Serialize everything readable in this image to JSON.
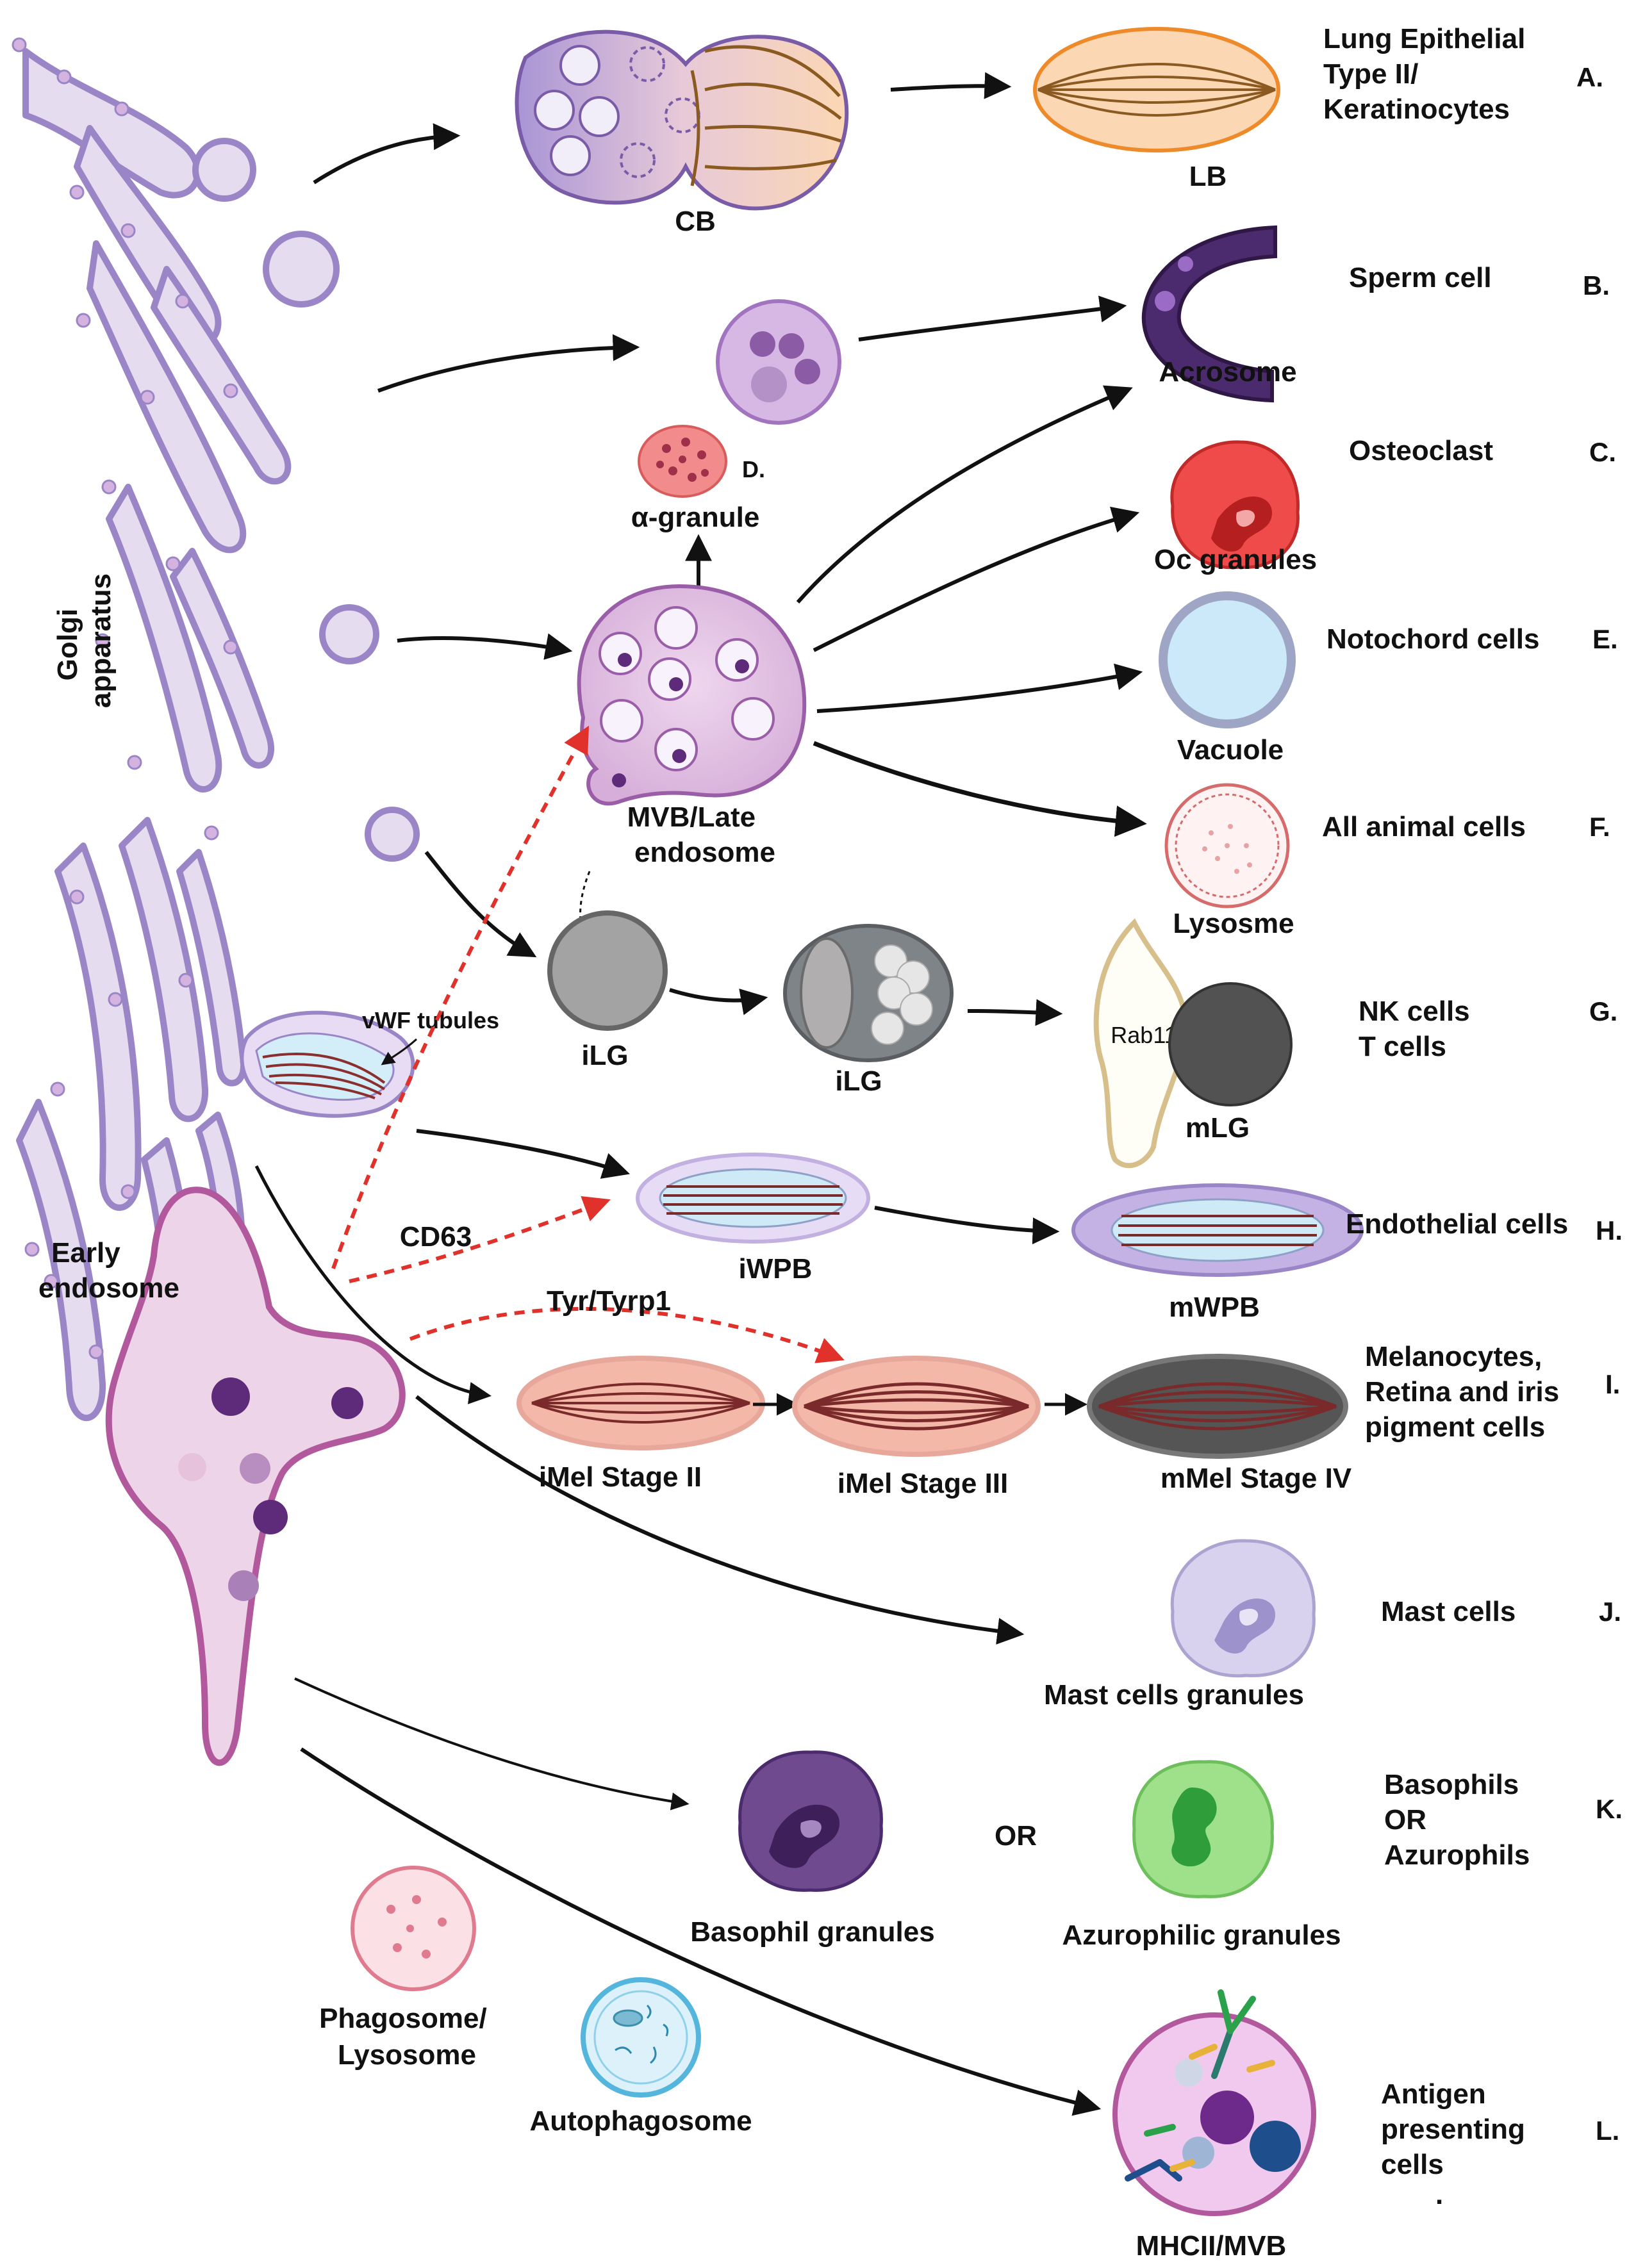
{
  "labels": {
    "golgi": [
      "Golgi",
      "apparatus"
    ],
    "early_endosome": [
      "Early",
      "endosome"
    ],
    "cb": "CB",
    "lb": "LB",
    "acrosome": "Acrosome",
    "alpha_granule": "α-granule",
    "d_marker": "D.",
    "mvb": [
      "MVB/Late",
      "endosome"
    ],
    "oc_granules": "Oc granules",
    "vacuole": "Vacuole",
    "lysosome": "Lysosme",
    "vwf_tubules": "vWF tubules",
    "ilg1": "iLG",
    "ilg2": "iLG",
    "rab11": "Rab11",
    "mlg": "mLG",
    "cd63": "CD63",
    "iwpb": "iWPB",
    "mwpb": "mWPB",
    "tyr": "Tyr/Tyrp1",
    "imel2": "iMel Stage II",
    "imel3": "iMel Stage III",
    "mmel4": "mMel Stage IV",
    "mast_granules": "Mast cells granules",
    "basophil_granules": "Basophil granules",
    "or": "OR",
    "azurophilic_granules": "Azurophilic granules",
    "phagosome": [
      "Phagosome/",
      "Lysosome"
    ],
    "autophagosome": "Autophagosome",
    "mhcii": "MHCII/MVB"
  },
  "cell_types": [
    {
      "lines": [
        "Lung Epithelial",
        "Type II/",
        "Keratinocytes"
      ],
      "letter": "A."
    },
    {
      "lines": [
        "Sperm cell"
      ],
      "letter": "B."
    },
    {
      "lines": [
        "Osteoclast"
      ],
      "letter": "C."
    },
    {
      "lines": [
        "Notochord cells"
      ],
      "letter": "E."
    },
    {
      "lines": [
        "All animal cells"
      ],
      "letter": "F."
    },
    {
      "lines": [
        "NK cells",
        "T cells"
      ],
      "letter": "G."
    },
    {
      "lines": [
        "Endothelial cells"
      ],
      "letter": "H."
    },
    {
      "lines": [
        "Melanocytes,",
        "Retina and iris",
        "pigment cells"
      ],
      "letter": "I."
    },
    {
      "lines": [
        "Mast cells"
      ],
      "letter": "J."
    },
    {
      "lines": [
        "Basophils",
        "OR",
        "Azurophils"
      ],
      "letter": "K."
    },
    {
      "lines": [
        "Antigen",
        "presenting",
        "cells"
      ],
      "letter": "L."
    }
  ],
  "stray_mark": ".",
  "colors": {
    "golgi_fill": "#e6dcf0",
    "golgi_stroke": "#9a86c6",
    "endosome_fill": "#eed4e8",
    "endosome_stroke": "#b2589c",
    "dashed_arrow": "#e0322b",
    "lb_fill": "#fbd7b4",
    "lb_stroke": "#ee8a2a"
  }
}
